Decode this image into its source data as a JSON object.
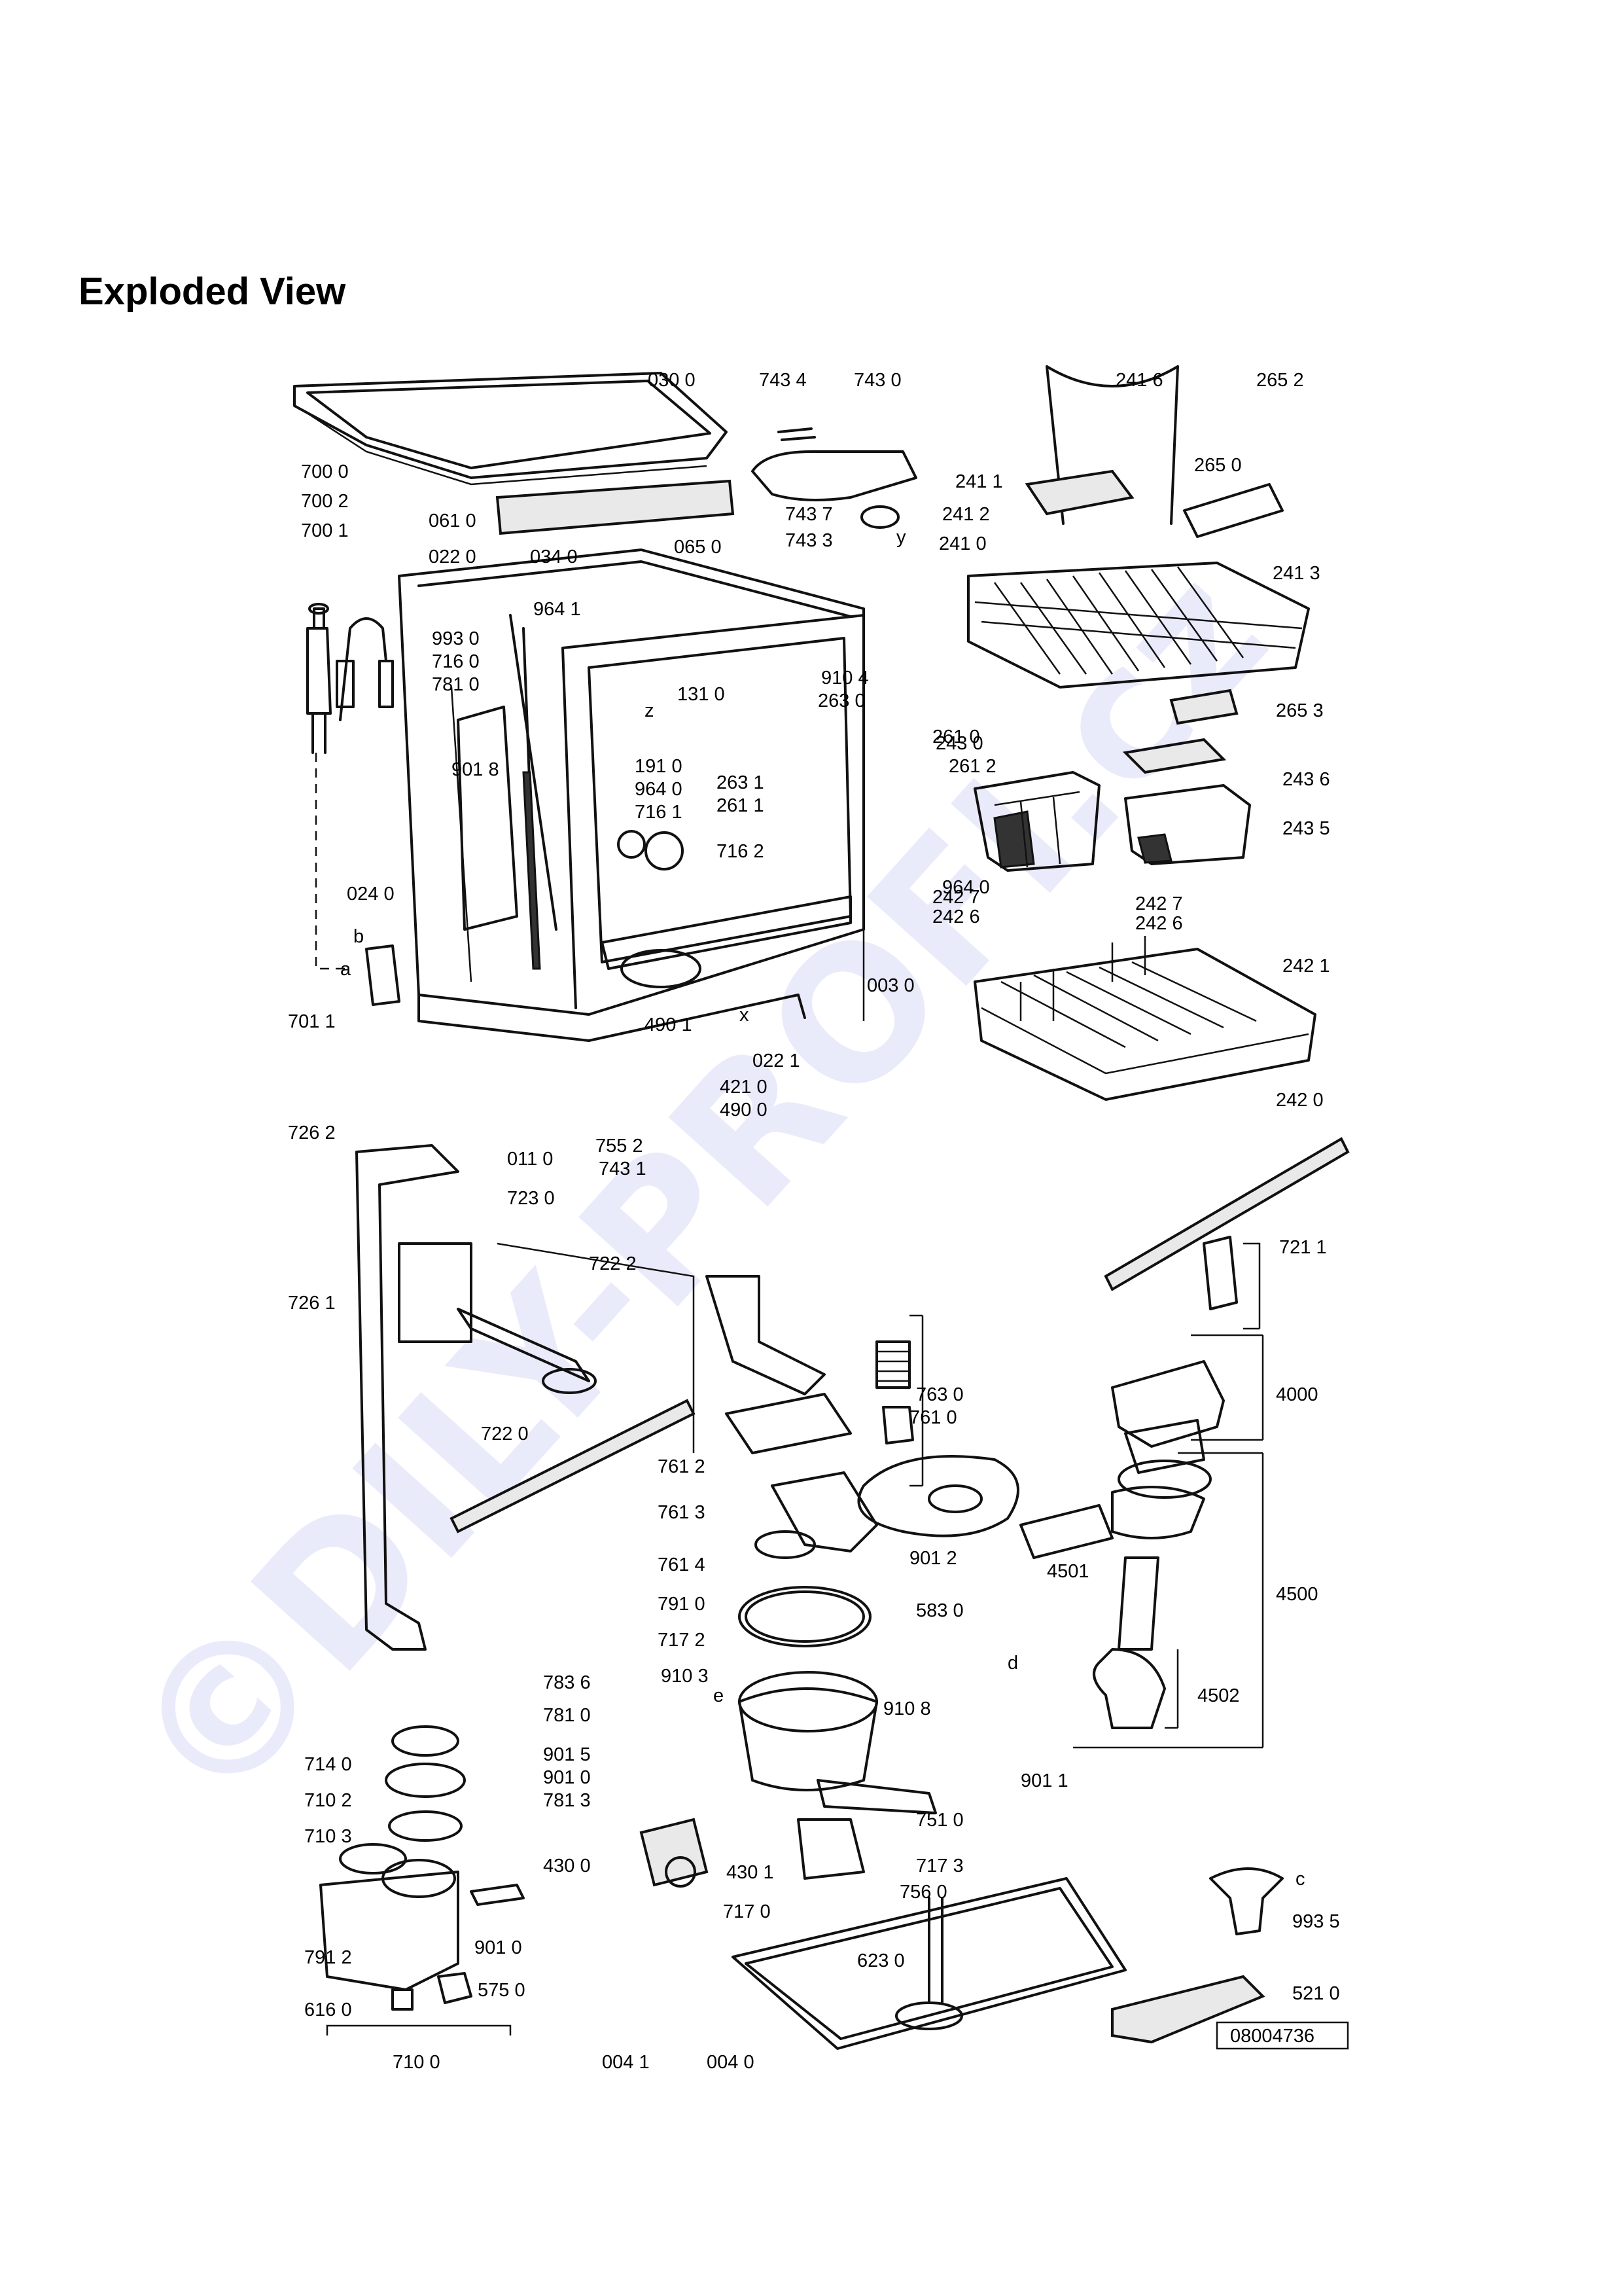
{
  "title": "Exploded View",
  "watermark": "©DILY-PROFI.cz",
  "reference_number": "08004736",
  "part_labels": [
    "030 0",
    "743 4",
    "743 0",
    "241 6",
    "265 2",
    "700 0",
    "700 2",
    "700 1",
    "061 0",
    "265 0",
    "241 1",
    "743 7",
    "241 2",
    "743 3",
    "241 0",
    "241 3",
    "022 0",
    "034 0",
    "065 0",
    "964 1",
    "993 0",
    "716 0",
    "781 0",
    "910 4",
    "263 0",
    "131 0",
    "265 3",
    "243 0",
    "261 0",
    "901 8",
    "191 0",
    "263 1",
    "964 0",
    "261 1",
    "261 2",
    "243 6",
    "716 1",
    "716 2",
    "243 5",
    "964 0",
    "024 0",
    "242 6",
    "242 7",
    "242 7",
    "242 6",
    "242 1",
    "003 0",
    "701 1",
    "490 1",
    "022 1",
    "421 0",
    "490 0",
    "242 0",
    "011 0",
    "755 2",
    "743 1",
    "726 2",
    "723 0",
    "721 1",
    "722 2",
    "726 1",
    "763 0",
    "4000",
    "761 0",
    "722 0",
    "761 2",
    "761 3",
    "761 4",
    "901 2",
    "4501",
    "4500",
    "791 0",
    "583 0",
    "717 2",
    "910 3",
    "783 6",
    "910 8",
    "4502",
    "781 0",
    "714 0",
    "901 5",
    "901 0",
    "901 1",
    "710 2",
    "781 3",
    "751 0",
    "710 3",
    "430 0",
    "430 1",
    "717 3",
    "717 0",
    "756 0",
    "901 0",
    "993 5",
    "791 2",
    "623 0",
    "575 0",
    "521 0",
    "616 0",
    "710 0",
    "004 1",
    "004 0"
  ],
  "callout_letters": [
    "b",
    "a",
    "e",
    "d",
    "c",
    "z",
    "x",
    "y"
  ]
}
